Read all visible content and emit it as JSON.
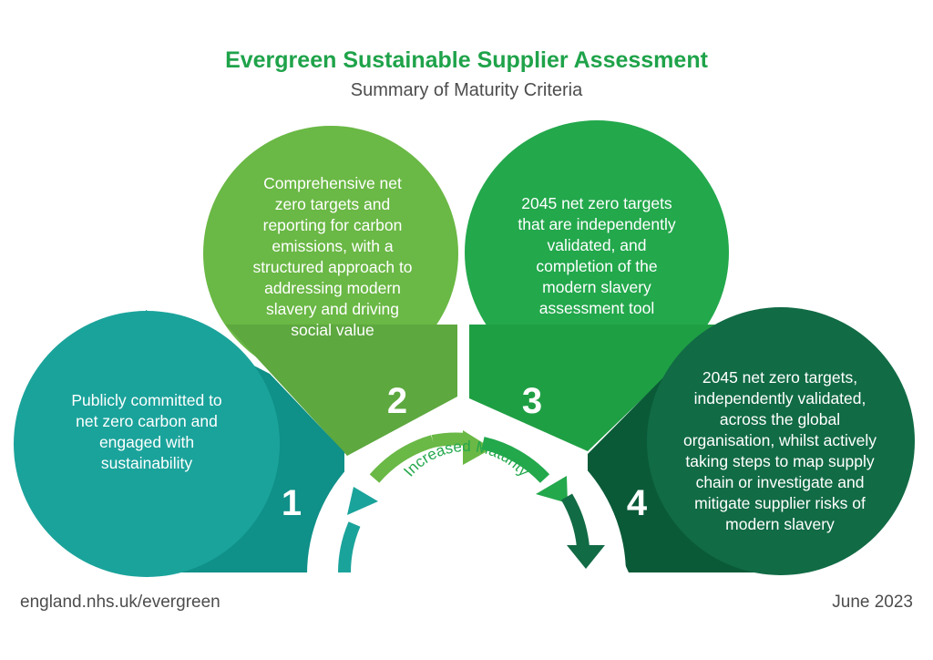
{
  "header": {
    "title": "Evergreen Sustainable Supplier Assessment",
    "subtitle": "Summary of Maturity Criteria"
  },
  "steps": [
    {
      "number": "1",
      "text": "Publicly committed to net zero carbon and engaged with sustainability",
      "color": "#1aa39b"
    },
    {
      "number": "2",
      "text": "Comprehensive net zero targets and reporting for carbon emissions, with a structured approach to addressing modern slavery and driving social value",
      "color": "#6ab845"
    },
    {
      "number": "3",
      "text": "2045 net zero targets that are independently validated, and completion of the modern slavery assessment tool",
      "color": "#23a84c"
    },
    {
      "number": "4",
      "text": "2045 net zero targets, independently validated, across the global organisation, whilst actively taking steps to map supply chain or investigate and mitigate supplier risks of modern slavery",
      "color": "#116b45"
    }
  ],
  "center": {
    "label": "Increased Maturity"
  },
  "footer": {
    "url": "england.nhs.uk/evergreen",
    "date": "June 2023"
  }
}
